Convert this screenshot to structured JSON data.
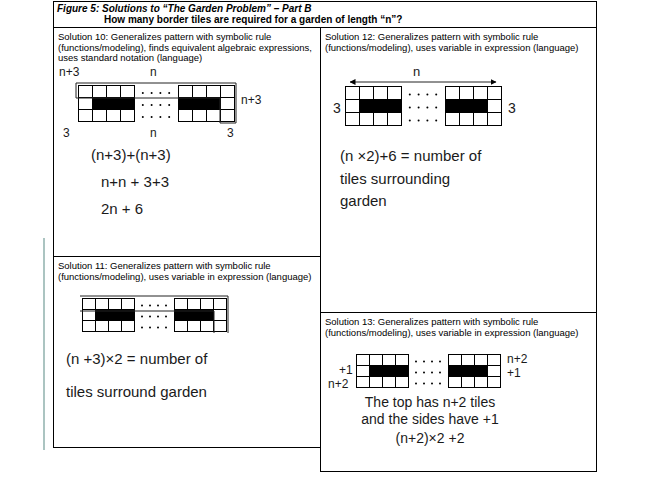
{
  "diagram": {
    "title": "Figure 5: Solutions to “The Garden Problem” – Part B",
    "nodes": [
      {
        "text": [
          "Solution 10: Generalizes pattern with symbolic rule (functions/modeling), finds equivalent algebraic expressions, uses standard notation (language)",
          "n+3",
          "n",
          "n+3",
          "3",
          "n",
          "3",
          "(n+3)+(n+3)",
          "n+n + 3+3",
          "2n + 6"
        ]
      },
      {
        "text": [
          "Solution 12: Generalizes pattern with symbolic rule (functions/modeling), uses variable in expression (language)",
          "n",
          "3",
          "3",
          "(n ×2)+6 = number of tiles surrounding garden"
        ]
      },
      {
        "text": [
          "Solution 11: Generalizes pattern with symbolic rule (functions/modeling), uses variable in expression (language)",
          "(n +3)×2 = number of tiles surround garden"
        ]
      },
      {
        "text": [
          "Solution 13: Generalizes pattern with symbolic rule (functions/modeling), uses variable in expression (language)",
          "n+2",
          "+1",
          "+1",
          "n+2",
          "The top has n+2 tiles and the sides have +1",
          "(n+2)×2 +2"
        ]
      }
    ],
    "labels": [
      "How many border tiles are required for a garden of length “n”?"
    ]
  }
}
